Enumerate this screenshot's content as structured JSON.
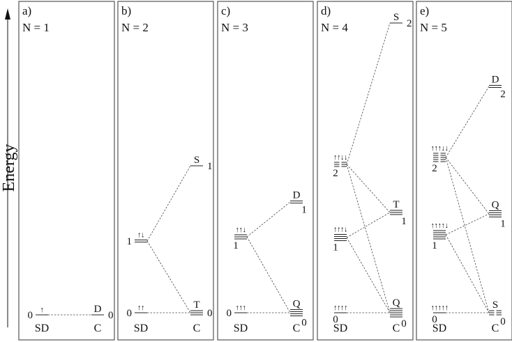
{
  "axis": {
    "label": "Energy"
  },
  "panels": [
    {
      "id": "a",
      "label": "a)",
      "title": "N = 1",
      "col_labels": [
        "SD",
        "C"
      ],
      "levels": [
        {
          "key": "sd0",
          "col": "SD",
          "lines": 1,
          "spin": "↑",
          "num": "0",
          "num_side": "left",
          "energy": 0
        },
        {
          "key": "c0",
          "col": "C",
          "lines": 1,
          "state": "D",
          "num": "0",
          "num_side": "right",
          "energy": 0
        }
      ],
      "connections": [
        [
          "sd0",
          "c0"
        ]
      ]
    },
    {
      "id": "b",
      "label": "b)",
      "title": "N = 2",
      "col_labels": [
        "SD",
        "C"
      ],
      "levels": [
        {
          "key": "sd0",
          "col": "SD",
          "lines": 1,
          "spin": "↑↑",
          "num": "0",
          "num_side": "left",
          "energy": 0
        },
        {
          "key": "sd1",
          "col": "SD",
          "lines": 2,
          "spin": "↑↓",
          "num": "1",
          "num_side": "left",
          "energy": 1
        },
        {
          "key": "c0",
          "col": "C",
          "lines": 3,
          "state": "T",
          "num": "0",
          "num_side": "right",
          "energy": 0
        },
        {
          "key": "c1",
          "col": "C",
          "lines": 1,
          "state": "S",
          "num": "1",
          "num_side": "right",
          "energy": 2
        }
      ],
      "connections": [
        [
          "sd0",
          "c0"
        ],
        [
          "sd1",
          "c0"
        ],
        [
          "sd1",
          "c1"
        ]
      ]
    },
    {
      "id": "c",
      "label": "c)",
      "title": "N = 3",
      "col_labels": [
        "SD",
        "C"
      ],
      "levels": [
        {
          "key": "sd0",
          "col": "SD",
          "lines": 1,
          "spin": "↑↑↑",
          "num": "0",
          "num_side": "left",
          "energy": 0
        },
        {
          "key": "sd1",
          "col": "SD",
          "lines": 3,
          "spin": "↑↑↓",
          "num": "1",
          "num_side": "below-left",
          "energy": 1
        },
        {
          "key": "c0",
          "col": "C",
          "lines": 4,
          "state": "Q",
          "num": "0",
          "num_side": "below-right",
          "energy": 0
        },
        {
          "key": "c1",
          "col": "C",
          "lines": 2,
          "state": "D",
          "num": "1",
          "num_side": "below-right",
          "energy": 2
        }
      ],
      "connections": [
        [
          "sd0",
          "c0"
        ],
        [
          "sd1",
          "c0"
        ],
        [
          "sd1",
          "c1"
        ]
      ]
    },
    {
      "id": "d",
      "label": "d)",
      "title": "N = 4",
      "col_labels": [
        "SD",
        "C"
      ],
      "levels": [
        {
          "key": "sd0",
          "col": "SD",
          "lines": 1,
          "spin": "↑↑↑↑",
          "num": "0",
          "num_side": "below-left",
          "energy": 0
        },
        {
          "key": "sd1",
          "col": "SD",
          "lines": 4,
          "spin": "↑↑↑↓",
          "num": "1",
          "num_side": "below-left",
          "energy": 1
        },
        {
          "key": "sd2",
          "col": "SD",
          "lines": 6,
          "spin": "↑↑↓↓",
          "num": "2",
          "num_side": "below-left",
          "energy": 2
        },
        {
          "key": "c0",
          "col": "C",
          "lines": 5,
          "state": "Q",
          "num": "0",
          "num_side": "below-right",
          "energy": 0
        },
        {
          "key": "c1",
          "col": "C",
          "lines": 3,
          "state": "T",
          "num": "1",
          "num_side": "below-right",
          "energy": 1.5
        },
        {
          "key": "c2",
          "col": "C",
          "lines": 1,
          "state": "S",
          "num": "2",
          "num_side": "right",
          "energy": 4
        }
      ],
      "connections": [
        [
          "sd0",
          "c0"
        ],
        [
          "sd1",
          "c0"
        ],
        [
          "sd1",
          "c1"
        ],
        [
          "sd2",
          "c0"
        ],
        [
          "sd2",
          "c1"
        ],
        [
          "sd2",
          "c2"
        ]
      ]
    },
    {
      "id": "e",
      "label": "e)",
      "title": "N = 5",
      "col_labels": [
        "SD",
        "C"
      ],
      "levels": [
        {
          "key": "sd0",
          "col": "SD",
          "lines": 1,
          "spin": "↑↑↑↑↑",
          "num": "0",
          "num_side": "below-left",
          "energy": 0
        },
        {
          "key": "sd1",
          "col": "SD",
          "lines": 5,
          "spin": "↑↑↑↑↓",
          "num": "1",
          "num_side": "below-left",
          "energy": 1
        },
        {
          "key": "sd2",
          "col": "SD",
          "lines": 10,
          "spin": "↑↑↑↓↓",
          "num": "2",
          "num_side": "below-left",
          "energy": 2
        },
        {
          "key": "c0",
          "col": "C",
          "lines": 6,
          "state": "S",
          "num": "0",
          "num_side": "below-right",
          "energy": 0
        },
        {
          "key": "c1",
          "col": "C",
          "lines": 4,
          "state": "Q",
          "num": "1",
          "num_side": "below-right",
          "energy": 1.5
        },
        {
          "key": "c2",
          "col": "C",
          "lines": 2,
          "state": "D",
          "num": "2",
          "num_side": "below-right",
          "energy": 3
        }
      ],
      "connections": [
        [
          "sd0",
          "c0"
        ],
        [
          "sd1",
          "c0"
        ],
        [
          "sd1",
          "c1"
        ],
        [
          "sd2",
          "c0"
        ],
        [
          "sd2",
          "c1"
        ],
        [
          "sd2",
          "c2"
        ]
      ]
    }
  ]
}
